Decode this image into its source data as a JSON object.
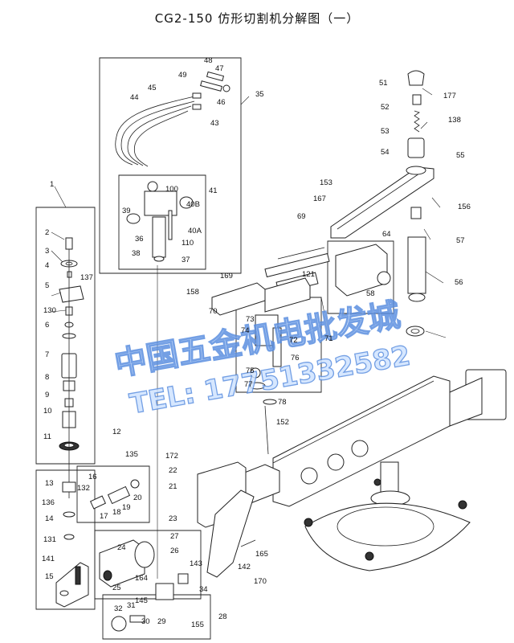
{
  "title": "CG2-150  仿形切割机分解图（一）",
  "watermark": {
    "line1": "中国五金机电批发城",
    "line2": "TEL: 17751332582"
  },
  "part_numbers": [
    "1",
    "2",
    "3",
    "4",
    "5",
    "6",
    "7",
    "8",
    "9",
    "10",
    "11",
    "12",
    "13",
    "14",
    "15",
    "16",
    "17",
    "18",
    "19",
    "20",
    "21",
    "22",
    "23",
    "24",
    "25",
    "26",
    "27",
    "28",
    "29",
    "30",
    "31",
    "32",
    "34",
    "35",
    "36",
    "37",
    "38",
    "39",
    "40A",
    "40B",
    "41",
    "43",
    "44",
    "45",
    "46",
    "47",
    "48",
    "49",
    "51",
    "52",
    "53",
    "54",
    "55",
    "56",
    "57",
    "58",
    "64",
    "69",
    "70",
    "71",
    "72",
    "73",
    "74",
    "75",
    "76",
    "77",
    "78",
    "100",
    "110",
    "121",
    "130",
    "131",
    "132",
    "135",
    "136",
    "137",
    "138",
    "141",
    "142",
    "143",
    "145",
    "152",
    "153",
    "155",
    "156",
    "158",
    "164",
    "165",
    "167",
    "169",
    "170",
    "172",
    "177"
  ]
}
